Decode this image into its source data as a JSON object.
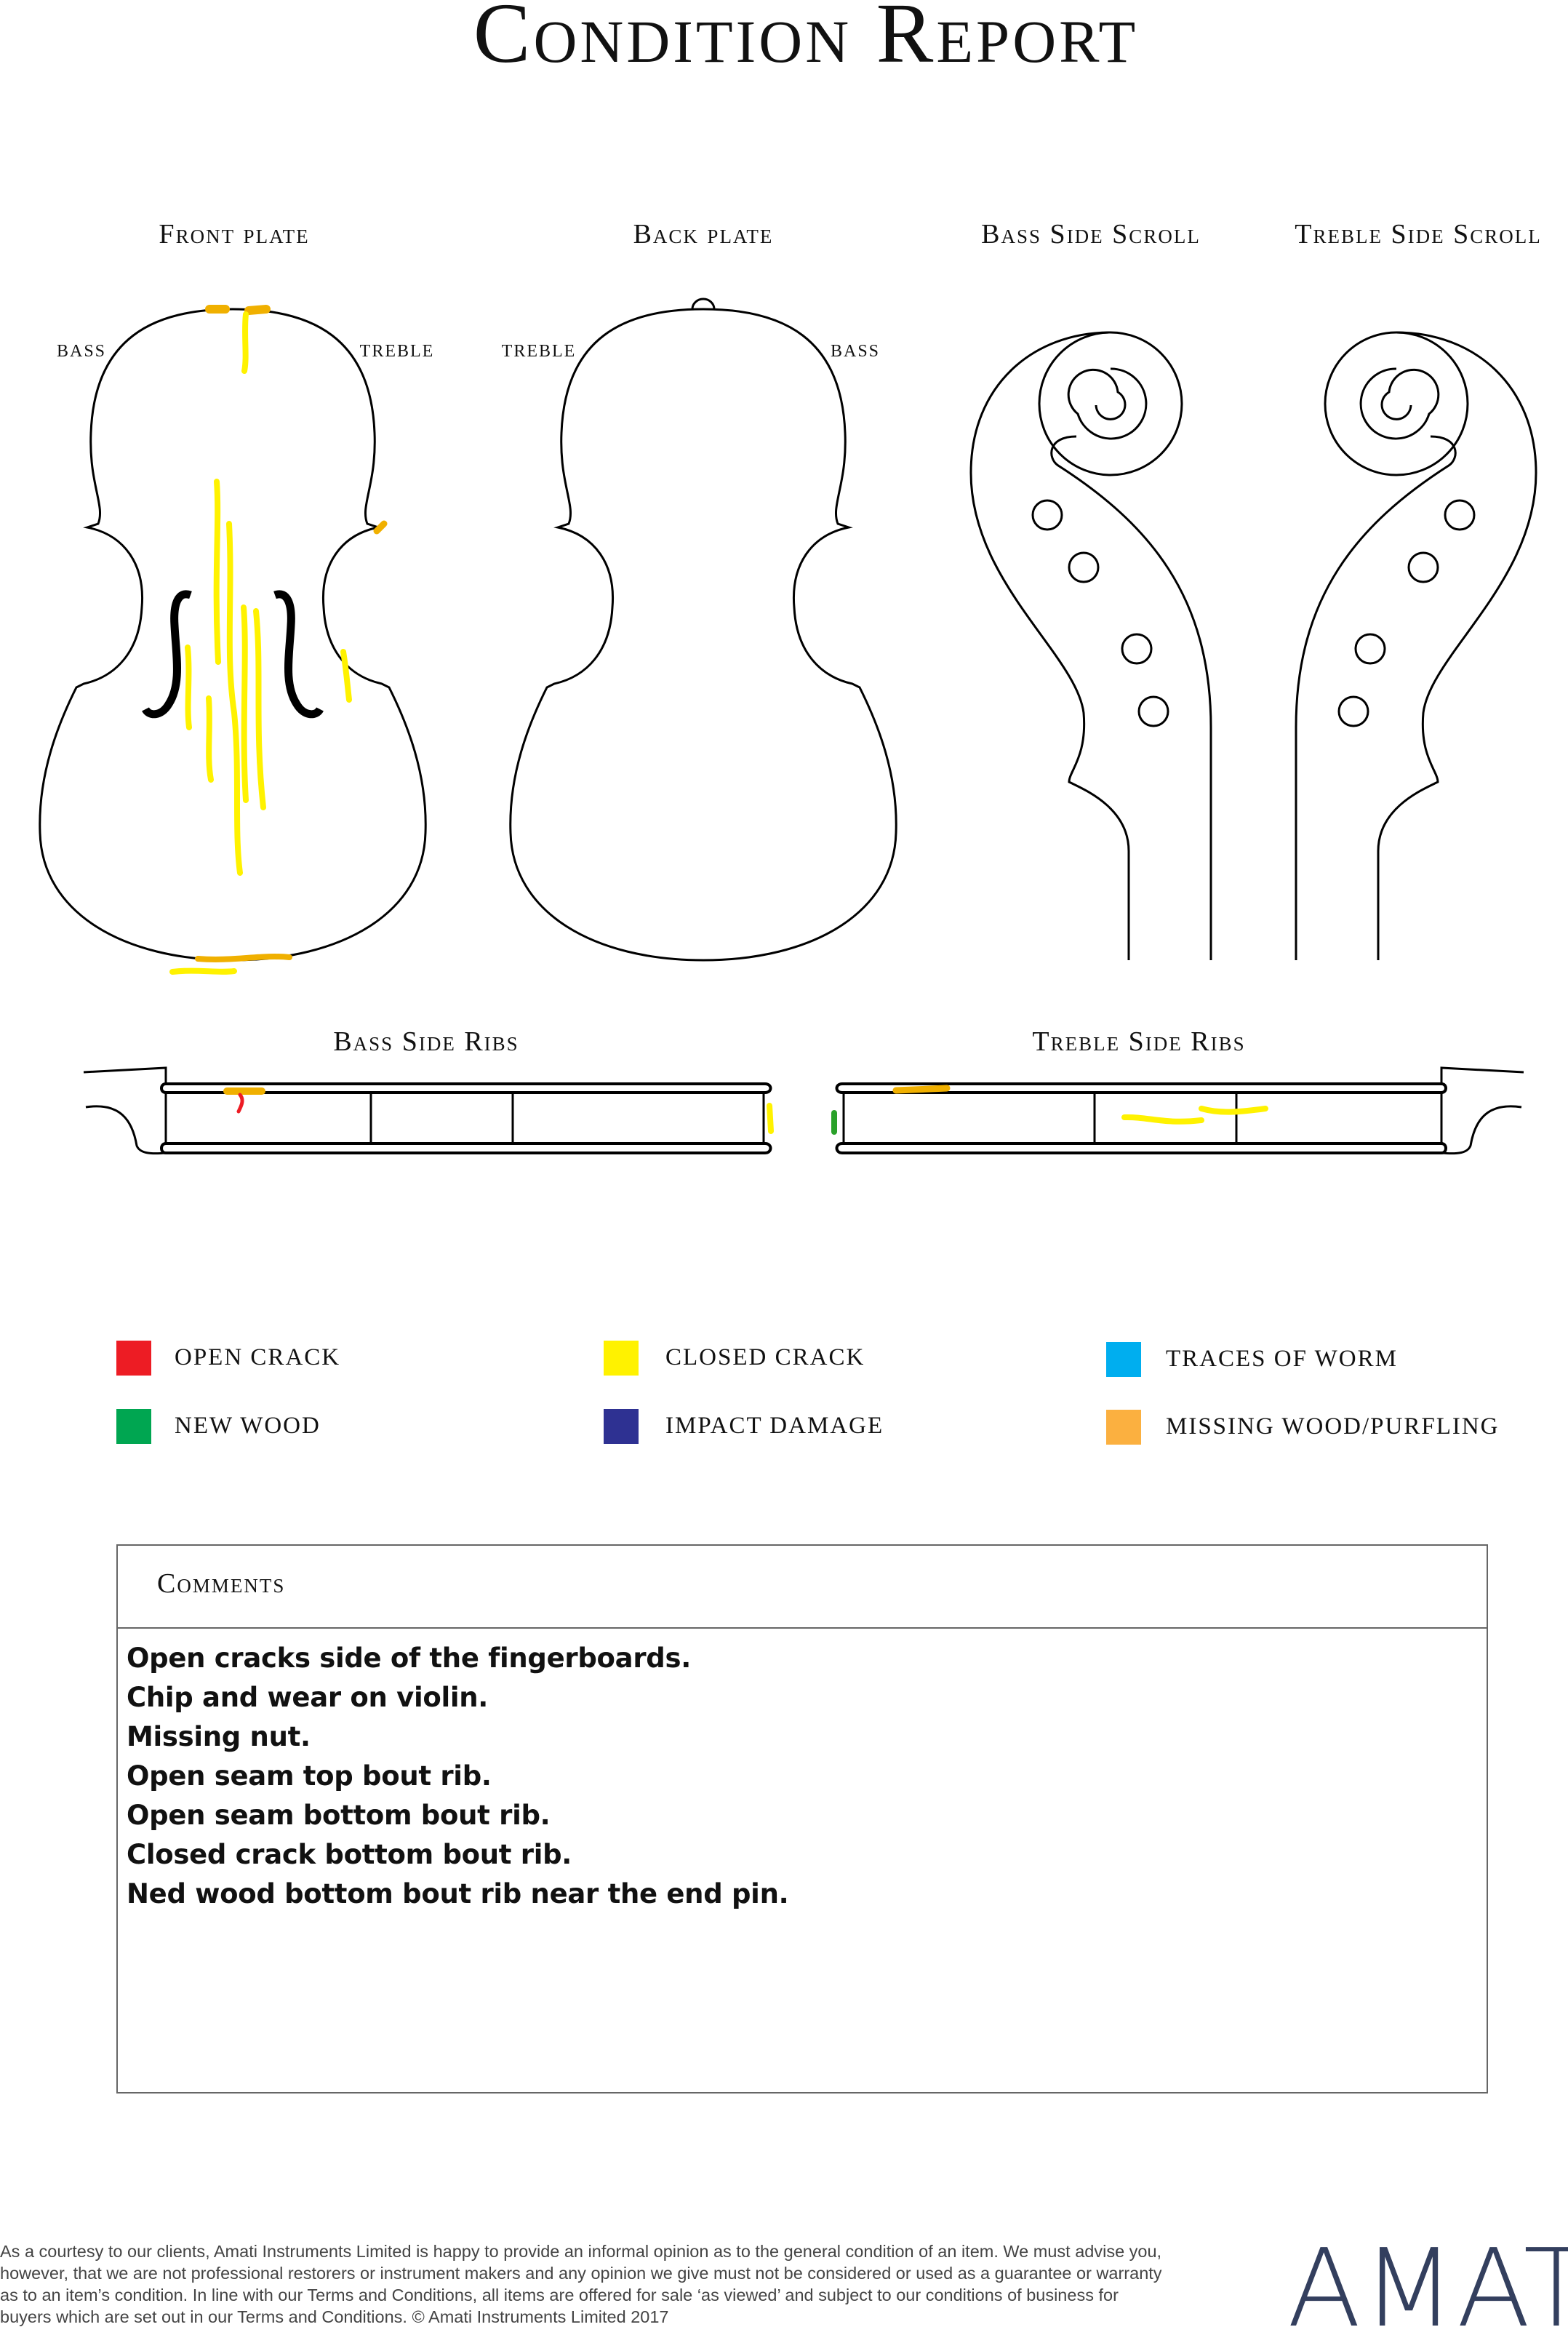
{
  "title": "Condition Report",
  "diagrams": {
    "front_plate": {
      "label": "Front plate",
      "left": "BASS",
      "right": "TREBLE"
    },
    "back_plate": {
      "label": "Back plate",
      "left": "TREBLE",
      "right": "BASS"
    },
    "bass_side_scroll": {
      "label": "Bass Side Scroll"
    },
    "treble_side_scroll": {
      "label": "Treble Side Scroll"
    },
    "bass_side_ribs": {
      "label": "Bass Side Ribs"
    },
    "treble_side_ribs": {
      "label": "Treble Side Ribs"
    }
  },
  "legend": [
    {
      "label": "Open crack",
      "color": "#ed1c24"
    },
    {
      "label": "Closed crack",
      "color": "#fff200"
    },
    {
      "label": "Traces of worm",
      "color": "#00aeef"
    },
    {
      "label": "New wood",
      "color": "#00a651"
    },
    {
      "label": "Impact damage",
      "color": "#2e3192"
    },
    {
      "label": "Missing wood/purfling",
      "color": "#fbb040"
    }
  ],
  "comments": {
    "heading": "Comments",
    "lines": [
      "Open cracks side of the fingerboards.",
      "Chip and wear on violin.",
      "Missing nut.",
      "Open seam top bout rib.",
      "Open seam bottom bout rib.",
      "Closed crack bottom bout rib.",
      "Ned wood bottom bout rib near the end pin."
    ]
  },
  "footer": "As a courtesy to our clients, Amati Instruments Limited is happy to provide an informal opinion as to the general condition of an item. We must advise you, however, that we are not professional restorers or instrument makers and any opinion we give must not be considered or used as a guarantee or warranty as to an item’s condition. In line with our Terms and Conditions, all items are offered for sale ‘as viewed’ and subject to our conditions of business for buyers which are set out in our Terms and Conditions. © Amati Instruments Limited 2017",
  "logo": "AMATI",
  "mark_colors": {
    "closed": "#fff200",
    "missing": "#f0b000",
    "open": "#ed1c24",
    "new": "#2aa12a"
  }
}
